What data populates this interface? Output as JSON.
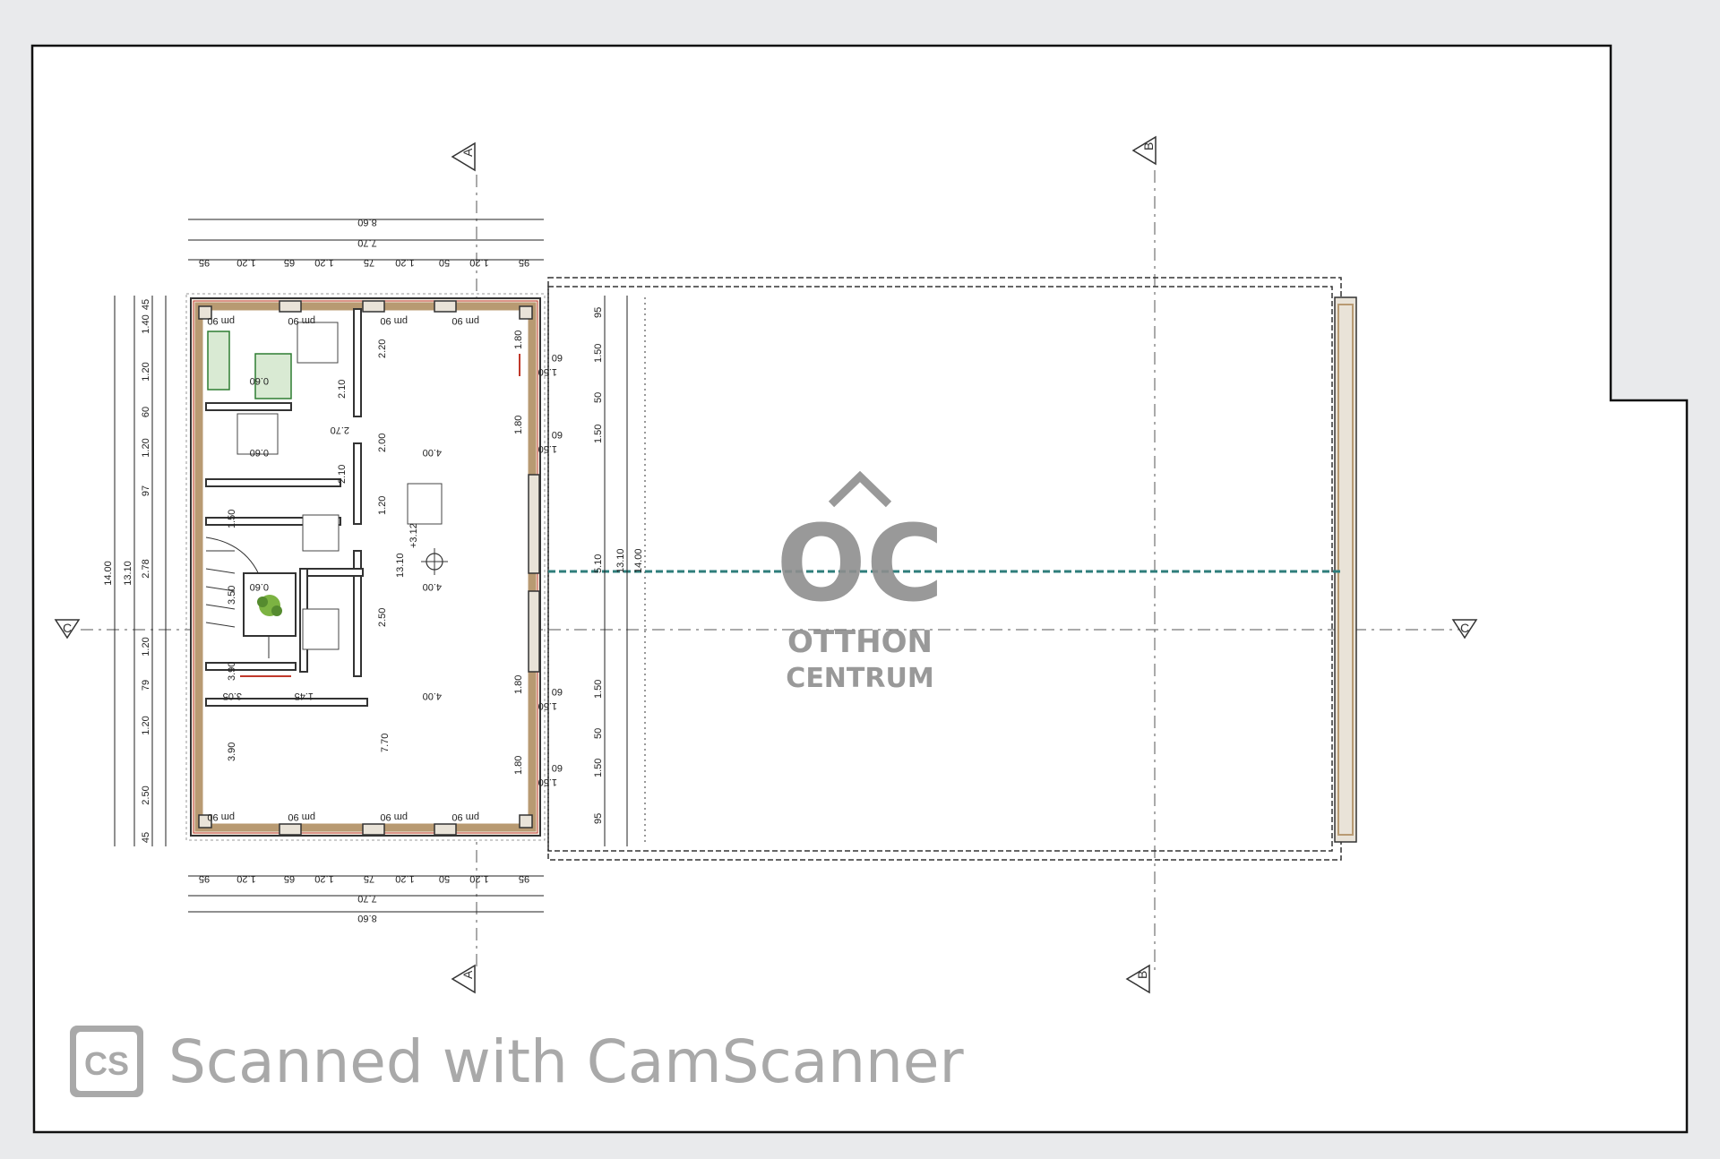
{
  "plan": {
    "section_markers": {
      "a": "A",
      "b": "B",
      "c": "C"
    },
    "overall_dims": {
      "width_outer": "8.60",
      "width_inner": "7.70",
      "height_outer": "14.00",
      "height_inner": "13.10"
    },
    "top_segment_dims": [
      "95",
      "1.20",
      "65",
      "1.20",
      "75",
      "1.20",
      "50",
      "1.20",
      "95"
    ],
    "left_dims": [
      "45",
      "1.40",
      "1.20",
      "60",
      "1.20",
      "97",
      "2.78",
      "1.20",
      "79",
      "1.20",
      "2.50",
      "45"
    ],
    "mid_dims": [
      "2.20",
      "2.10",
      "2.70",
      "2.00",
      "2.10",
      "1.20",
      "13.10",
      "2.50",
      "3.90",
      "7.70"
    ],
    "room_dims": [
      "4.00",
      "4.00",
      "4.00",
      "1.80",
      "1.80",
      "1.80",
      "1.80",
      "1.50",
      "3.50",
      "3.90",
      "1.45",
      "3.05",
      "0.60",
      "0.60",
      "0.60"
    ],
    "window_labels": [
      "pm 90",
      "pm 90",
      "pm 90",
      "pm 90",
      "pm 90",
      "pm 90",
      "pm 90",
      "pm 90"
    ],
    "level_mark": "+3.12",
    "right_dims": [
      "95",
      "1.50",
      "50",
      "1.50",
      "5.10",
      "13.10",
      "14.00",
      "1.50",
      "50",
      "1.50",
      "95"
    ],
    "right_door_dims": [
      "60",
      "1.50",
      "60",
      "1.50",
      "60",
      "1.50",
      "60",
      "1.50"
    ]
  },
  "watermark": {
    "monogram": "OC",
    "line1": "OTTHON",
    "line2": "CENTRUM"
  },
  "scanner": {
    "logo": "CS",
    "text": "Scanned with CamScanner"
  },
  "colors": {
    "paper": "#ffffff",
    "background": "#e9eaec",
    "wall": "#b89a72",
    "accent": "#c0392b",
    "dashed_axis": "#2e7d7b",
    "watermark": "#8e8e8e"
  }
}
